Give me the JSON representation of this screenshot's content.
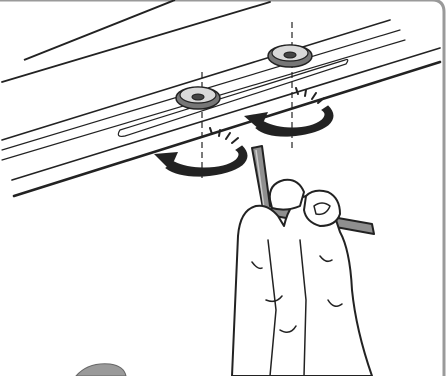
{
  "illustration": {
    "subject": "hex-key-adjusting-screws",
    "frame_color": "#9a9a9a",
    "line_color": "#222222",
    "fill_color": "#ffffff",
    "shade_color": "#8f8f8f",
    "screw_count": 2,
    "rotation_arrows": 2
  }
}
